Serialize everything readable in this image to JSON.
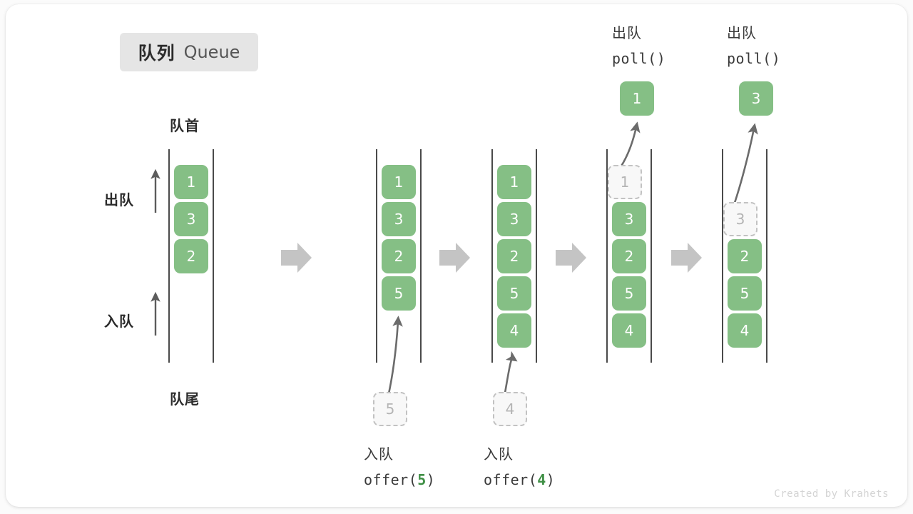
{
  "title_badge": {
    "cn": "队列",
    "en": "Queue"
  },
  "labels": {
    "head": "队首",
    "tail": "队尾",
    "dequeue_side": "出队",
    "enqueue_side": "入队"
  },
  "colors": {
    "box_fill": "#85bf85",
    "box_text": "#ffffff",
    "ghost_fill": "#f8f8f8",
    "ghost_border": "#c2c2c2",
    "ghost_text": "#b4b4b4",
    "rail": "#4a4a4a",
    "step_arrow": "#c4c4c4",
    "curve_arrow": "#6b6b6b",
    "accent_green": "#3f8f45",
    "card": "#ffffff",
    "page_bg": "#fbfbfb",
    "badge_bg": "#e5e5e5"
  },
  "footer": "Created by Krahets",
  "columns": [
    {
      "id": "initial",
      "boxes": [
        {
          "value": "1",
          "state": "filled"
        },
        {
          "value": "3",
          "state": "filled"
        },
        {
          "value": "2",
          "state": "filled"
        }
      ],
      "caption_cn": "",
      "caption_op": "",
      "caption_arg": "",
      "pending": null,
      "output": null,
      "top_cn": "",
      "top_op": ""
    },
    {
      "id": "offer-5",
      "boxes": [
        {
          "value": "1",
          "state": "filled"
        },
        {
          "value": "3",
          "state": "filled"
        },
        {
          "value": "2",
          "state": "filled"
        },
        {
          "value": "5",
          "state": "filled"
        }
      ],
      "caption_cn": "入队",
      "caption_op": "offer(",
      "caption_arg": "5",
      "caption_close": ")",
      "pending": {
        "value": "5",
        "state": "ghost"
      },
      "output": null,
      "top_cn": "",
      "top_op": ""
    },
    {
      "id": "offer-4",
      "boxes": [
        {
          "value": "1",
          "state": "filled"
        },
        {
          "value": "3",
          "state": "filled"
        },
        {
          "value": "2",
          "state": "filled"
        },
        {
          "value": "5",
          "state": "filled"
        },
        {
          "value": "4",
          "state": "filled"
        }
      ],
      "caption_cn": "入队",
      "caption_op": "offer(",
      "caption_arg": "4",
      "caption_close": ")",
      "pending": {
        "value": "4",
        "state": "ghost"
      },
      "output": null,
      "top_cn": "",
      "top_op": ""
    },
    {
      "id": "poll-1",
      "boxes": [
        {
          "value": "1",
          "state": "ghost"
        },
        {
          "value": "3",
          "state": "filled"
        },
        {
          "value": "2",
          "state": "filled"
        },
        {
          "value": "5",
          "state": "filled"
        },
        {
          "value": "4",
          "state": "filled"
        }
      ],
      "caption_cn": "",
      "caption_op": "",
      "caption_arg": "",
      "pending": null,
      "output": {
        "value": "1",
        "state": "filled"
      },
      "top_cn": "出队",
      "top_op": "poll()"
    },
    {
      "id": "poll-3",
      "boxes": [
        {
          "value": "3",
          "state": "ghost"
        },
        {
          "value": "2",
          "state": "filled"
        },
        {
          "value": "5",
          "state": "filled"
        },
        {
          "value": "4",
          "state": "filled"
        }
      ],
      "caption_cn": "",
      "caption_op": "",
      "caption_arg": "",
      "pending": null,
      "output": {
        "value": "3",
        "state": "filled"
      },
      "top_cn": "出队",
      "top_op": "poll()"
    }
  ],
  "step_arrows": 4
}
